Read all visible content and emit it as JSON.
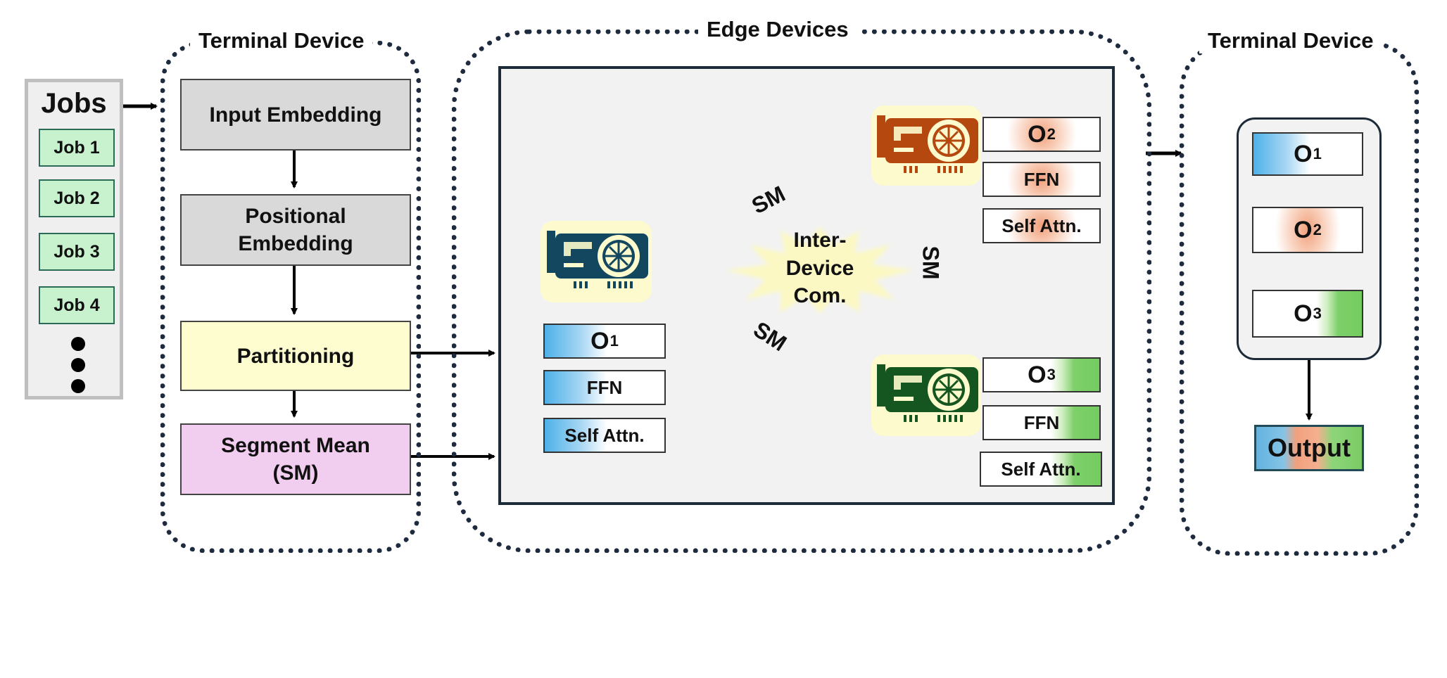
{
  "jobs": {
    "title": "Jobs",
    "items": [
      "Job 1",
      "Job 2",
      "Job 3",
      "Job 4"
    ]
  },
  "terminal_left": {
    "title": "Terminal Device",
    "steps": {
      "input_embedding": "Input Embedding",
      "positional_line1": "Positional",
      "positional_line2": "Embedding",
      "partitioning": "Partitioning",
      "segment_mean_line1": "Segment Mean",
      "segment_mean_line2": "(SM)"
    }
  },
  "edge": {
    "title": "Edge Devices",
    "sm_label": "SM",
    "comm_line1": "Inter-",
    "comm_line2": "Device",
    "comm_line3": "Com.",
    "device1": {
      "output": "O",
      "output_sub": "1",
      "ffn": "FFN",
      "attn": "Self Attn.",
      "color": "#13465f"
    },
    "device2": {
      "output": "O",
      "output_sub": "2",
      "ffn": "FFN",
      "attn": "Self Attn.",
      "color": "#b5480f"
    },
    "device3": {
      "output": "O",
      "output_sub": "3",
      "ffn": "FFN",
      "attn": "Self Attn.",
      "color": "#145520"
    }
  },
  "terminal_right": {
    "title": "Terminal Device",
    "outputs": [
      {
        "label": "O",
        "sub": "1"
      },
      {
        "label": "O",
        "sub": "2"
      },
      {
        "label": "O",
        "sub": "3"
      }
    ],
    "final": "Output"
  },
  "colors": {
    "arrow_purple": "#4d1a4d",
    "step_gray": "#d9d9d9",
    "step_yellow": "#fdfdd0",
    "step_pink": "#f1cdef",
    "edge_bg": "#f2f2f2"
  }
}
